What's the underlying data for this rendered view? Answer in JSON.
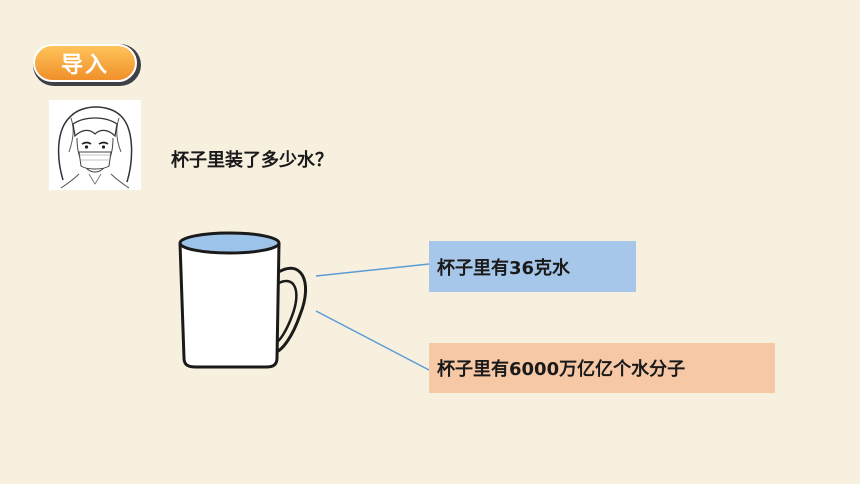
{
  "badge": {
    "label": "导入"
  },
  "question": "杯子里装了多少水？",
  "boxes": {
    "grams": "杯子里有36克水",
    "molecules": "杯子里有6000万亿亿个水分子"
  },
  "colors": {
    "background": "#f7f0df",
    "badge_fill": "#f5a23c",
    "box_grams": "#a7c7ea",
    "box_molecules": "#f6c8a6",
    "line": "#5b9bd5",
    "water": "#9cc3ea"
  },
  "icons": [
    "girl-avatar-icon",
    "cup-icon"
  ]
}
